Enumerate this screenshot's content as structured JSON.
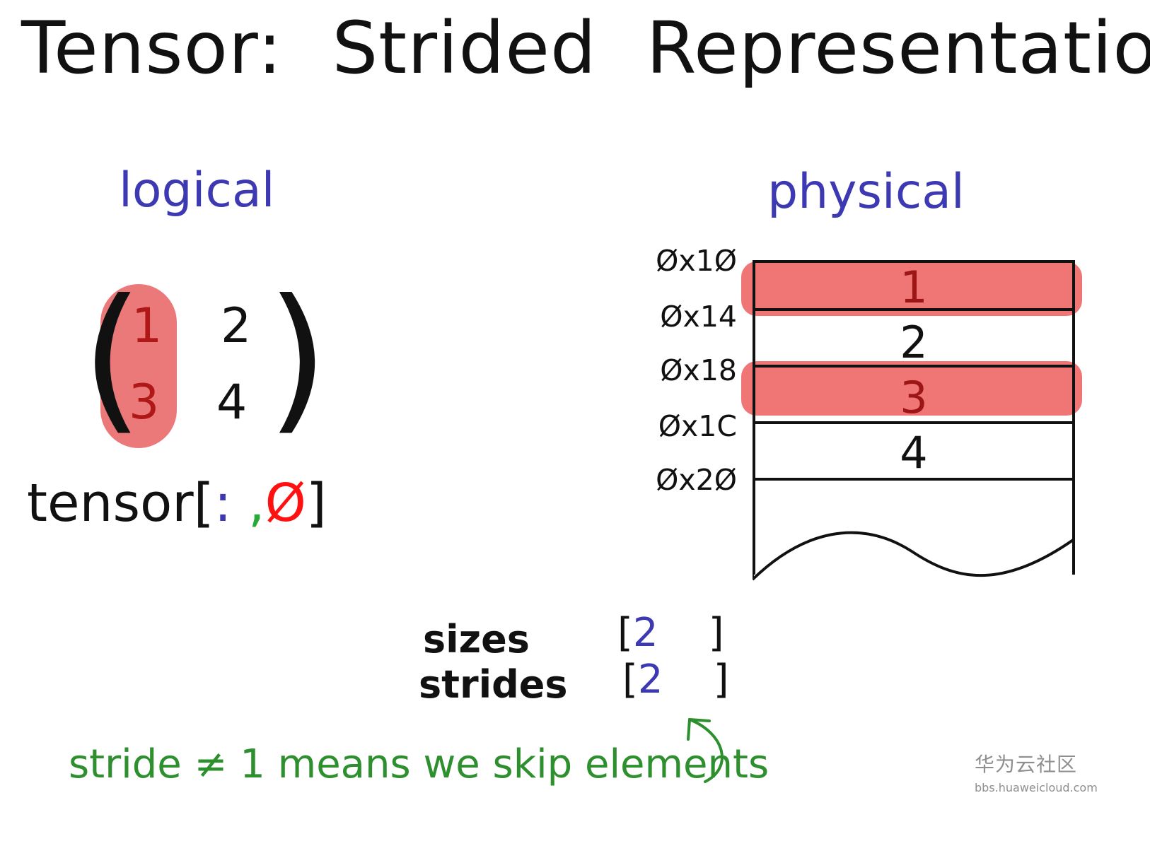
{
  "title": {
    "part1": "Tensor:",
    "part2": "Strided",
    "part3": "Representation"
  },
  "logical": {
    "label": "logical",
    "matrix": [
      [
        "1",
        "2"
      ],
      [
        "3",
        "4"
      ]
    ],
    "highlight_color": "#ea6a6a",
    "expression": {
      "prefix": "tensor[",
      "colon": ":",
      "comma": ",",
      "index": "Ø",
      "suffix": "]"
    }
  },
  "physical": {
    "label": "physical",
    "addresses": [
      "Øx1Ø",
      "Øx14",
      "Øx18",
      "Øx1C",
      "Øx2Ø"
    ],
    "values": [
      "1",
      "2",
      "3",
      "4"
    ],
    "highlighted_values": [
      "1",
      "3"
    ],
    "highlight_color": "#ee6767"
  },
  "meta": {
    "sizes_label": "sizes",
    "sizes_open": "[",
    "sizes_value": "2",
    "sizes_close": "]",
    "strides_label": "strides",
    "strides_open": "[",
    "strides_value": "2",
    "strides_close": "]"
  },
  "caption": "stride ≠ 1 means we skip elements",
  "watermark": {
    "site_name": "华为云社区",
    "url": "bbs.huaweicloud.com"
  },
  "colors": {
    "blue": "#3d39b3",
    "green": "#2d8f2d",
    "red": "#ff1111",
    "black": "#111111"
  }
}
